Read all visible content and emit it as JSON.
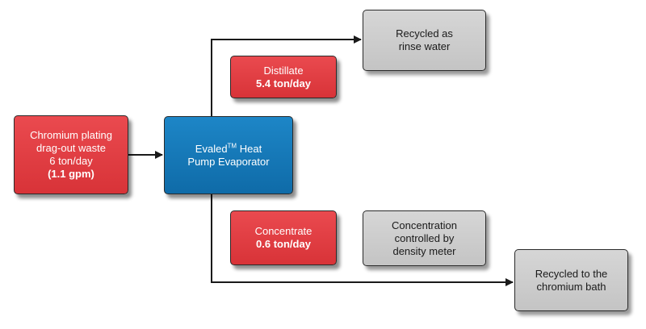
{
  "diagram": {
    "input": {
      "line1": "Chromium plating",
      "line2": "drag-out waste",
      "line3": "6 ton/day",
      "line4": "(1.1 gpm)"
    },
    "evaporator": {
      "brand": "Evaled",
      "trademark": "TM",
      "line1_rest": " Heat",
      "line2": "Pump Evaporator"
    },
    "distillate": {
      "label": "Distillate",
      "flow": "5.4 ton/day"
    },
    "rinse": {
      "line1": "Recycled as",
      "line2": "rinse water"
    },
    "concentrate": {
      "label": "Concentrate",
      "flow": "0.6 ton/day"
    },
    "density": {
      "line1": "Concentration",
      "line2": "controlled by",
      "line3": "density meter"
    },
    "bath": {
      "line1": "Recycled to the",
      "line2": "chromium bath"
    },
    "colors": {
      "input_box": "#d83338",
      "evaporator_box": "#0f6ba8",
      "info_box": "#c8c8c8",
      "arrow": "#1a1a1a"
    }
  }
}
